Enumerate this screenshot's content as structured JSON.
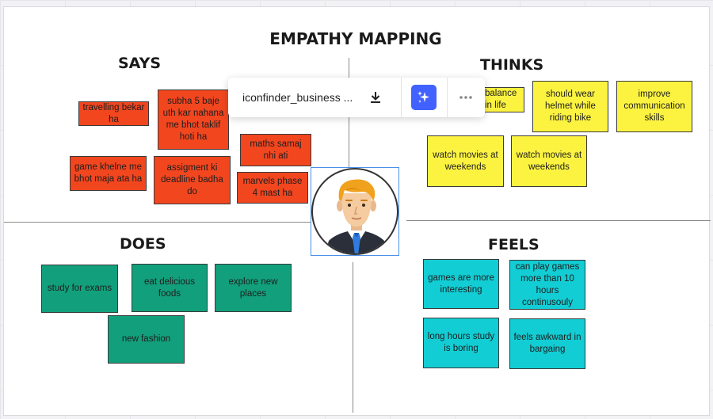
{
  "board": {
    "title": "EMPATHY MAPPING",
    "quadrants": {
      "says": "SAYS",
      "thinks": "THINKS",
      "does": "DOES",
      "feels": "FEELS"
    }
  },
  "says_notes": [
    "travelling bekar ha",
    "subha 5 baje uth kar nahana me bhot taklif hoti ha",
    "maths samaj nhi ati",
    "game khelne me bhot maja ata ha",
    "assigment ki deadline badha do",
    "marvels phase 4 mast ha"
  ],
  "thinks_notes": [
    "balance in life",
    "should wear helmet while riding bike",
    "improve communication skills",
    "watch movies at weekends",
    "watch movies at weekends"
  ],
  "does_notes": [
    "study for exams",
    "eat delicious foods",
    "explore new places",
    "new fashion"
  ],
  "feels_notes": [
    "games are more interesting",
    "can play games more than 10 hours continusouly",
    "long hours study is boring",
    "feels awkward in bargaing"
  ],
  "toolbar": {
    "file_name": "iconfinder_business ...",
    "download_icon": "download-icon",
    "ai_icon": "sparkle-icon",
    "more_icon": "more-horizontal-icon"
  },
  "colors": {
    "says_note": "#f2461f",
    "thinks_note": "#fcf341",
    "does_note": "#129f7c",
    "feels_note": "#12cdd4",
    "ai_button": "#4262ff"
  }
}
